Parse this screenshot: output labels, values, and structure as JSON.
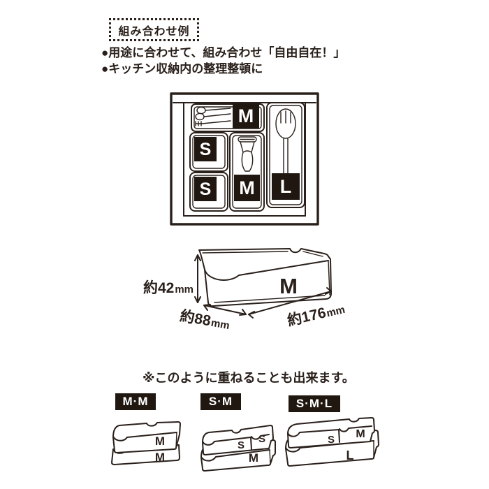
{
  "colors": {
    "ink": "#2a201b",
    "badge_bg": "#201710"
  },
  "header": {
    "box_label": "組み合わせ例",
    "bullet1": "●用途に合わせて、組み合わせ「自由自在！」",
    "bullet2": "●キッチン収納内の整理整頓に"
  },
  "drawer": {
    "cutlery_tray_label": "M",
    "s_tray1_label": "S",
    "s_tray2_label": "S",
    "peeler_tray_label": "M",
    "fork_tray_label": "L"
  },
  "dimensions": {
    "tray_label": "M",
    "height_value": "約42",
    "height_unit": "mm",
    "depth_value": "約88",
    "depth_unit": "mm",
    "length_value": "約176",
    "length_unit": "mm"
  },
  "stacking": {
    "note": "※このように重ねることも出来ます。",
    "fig1": {
      "badge": "M·M",
      "top_label": "M",
      "bottom_label": "M"
    },
    "fig2": {
      "badge": "S·M",
      "left_label": "S",
      "right_label": "S",
      "bottom_label": "M"
    },
    "fig3": {
      "badge": "S·M·L",
      "left_label": "S",
      "right_label": "M",
      "bottom_label": "L"
    }
  }
}
